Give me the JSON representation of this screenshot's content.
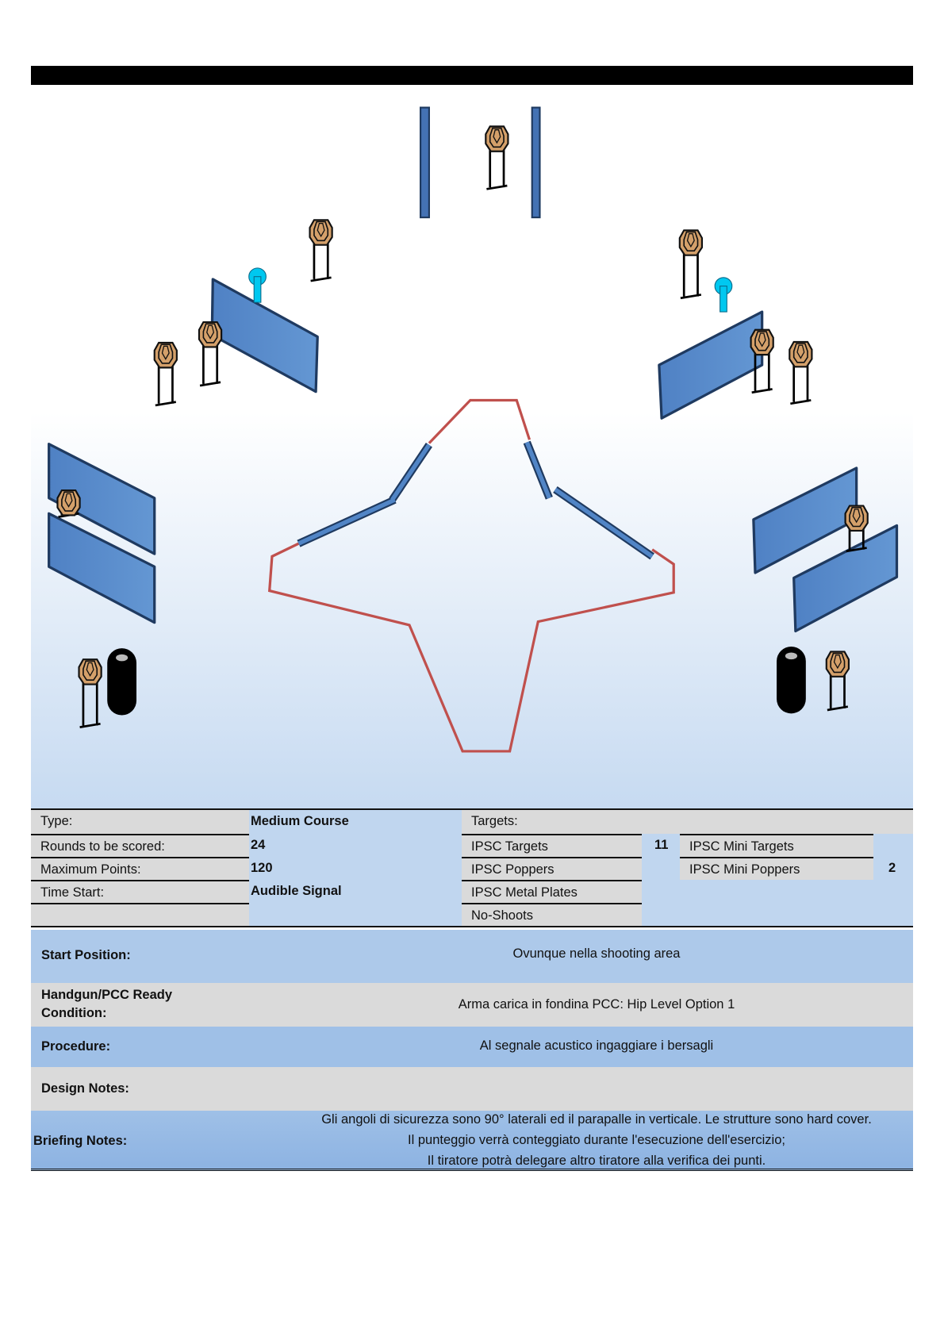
{
  "stage": {
    "type_label": "Type:",
    "type_value": "Medium Course",
    "rounds_label": "Rounds to be scored:",
    "rounds_value": "24",
    "points_label": "Maximum Points:",
    "points_value": "120",
    "start_label": "Time Start:",
    "start_value": "Audible Signal"
  },
  "targets": {
    "header": "Targets:",
    "ipsc_targets": "IPSC Targets",
    "ipsc_targets_count": "11",
    "ipsc_poppers": "IPSC Poppers",
    "metal_plates": "IPSC Metal Plates",
    "no_shoots": "No-Shoots",
    "mini_targets": "IPSC Mini Targets",
    "mini_poppers": "IPSC Mini Poppers",
    "mini_poppers_count": "2"
  },
  "info": {
    "start_position_label": "Start Position:",
    "start_position": "Ovunque nella shooting area",
    "ready_label_1": "Handgun/PCC Ready",
    "ready_label_2": "Condition:",
    "ready": "Arma carica in fondina PCC: Hip Level Option 1",
    "procedure_label": "Procedure:",
    "procedure": "Al segnale acustico ingaggiare i bersagli",
    "design_label": "Design Notes:",
    "briefing_label": "Briefing Notes:",
    "briefing": [
      "Gli angoli di sicurezza sono 90° laterali ed il parapalle in verticale. Le strutture sono hard cover.",
      "Il punteggio verrà conteggiato durante l'esecuzione dell'esercizio;",
      "Il tiratore potrà delegare altro tiratore alla verifica dei punti."
    ]
  },
  "colors": {
    "wall": "#5185c6",
    "target": "#d4a06a",
    "popper": "#00c8f0",
    "fault_line": "#c0504d"
  }
}
